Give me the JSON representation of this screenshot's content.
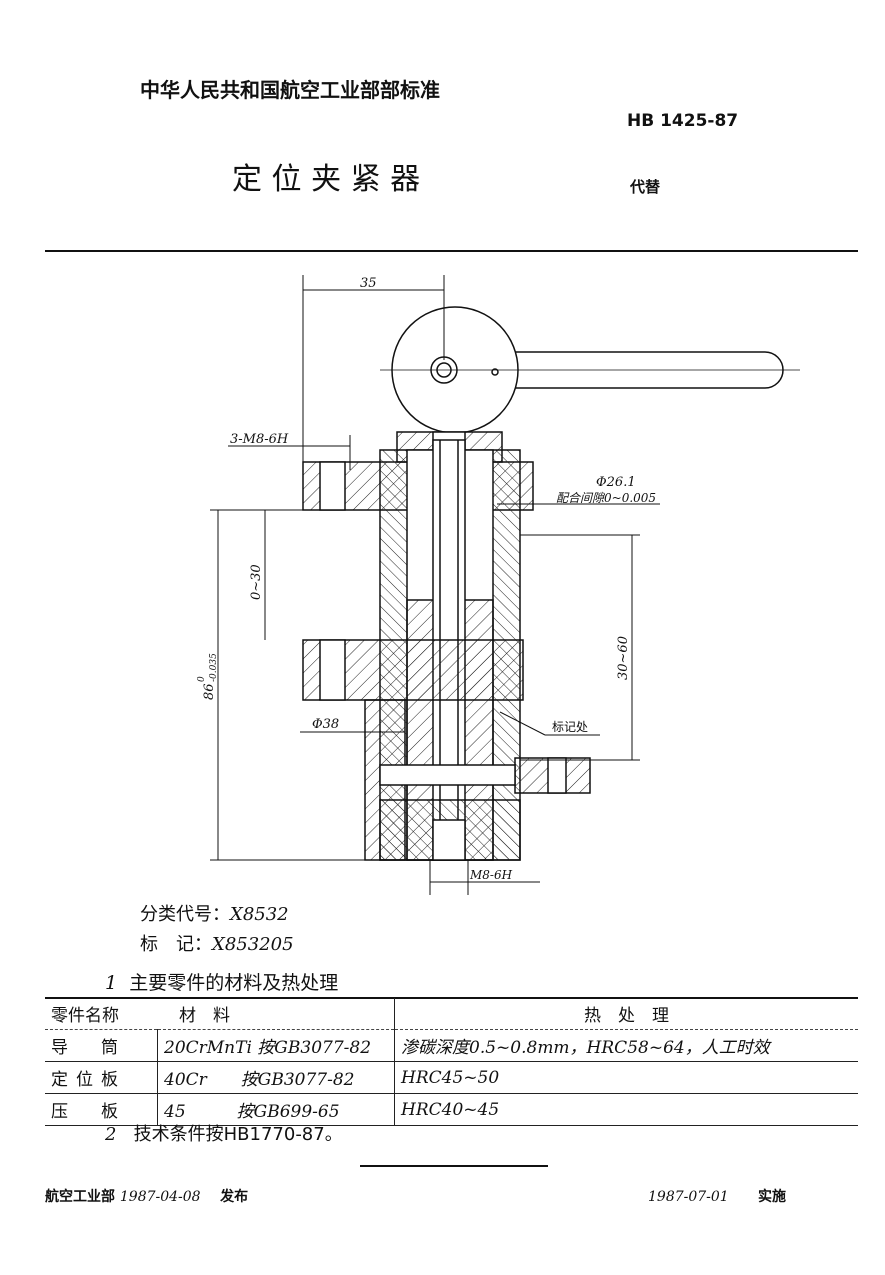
{
  "header": {
    "authority": "中华人民共和国航空工业部部标准",
    "standard_no": "HB 1425-87",
    "title": "定 位 夹 紧 器",
    "replaces": "代替"
  },
  "drawing": {
    "labels": {
      "dim_35": "35",
      "thread_top": "3-M8-6H",
      "dia_26": "Φ26.1",
      "fit_clearance": "配合间隙0~0.005",
      "range_0_30": "0~30",
      "dim_86": "86",
      "dim_86_tol_upper": "0",
      "dim_86_tol_lower": "-0.035",
      "range_30_60": "30~60",
      "dia_38": "Φ38",
      "marking_location": "标记处",
      "thread_bottom": "M8-6H"
    }
  },
  "classification": {
    "code_label": "分类代号：",
    "code_value": "X8532",
    "mark_label": "标　记：",
    "mark_value": "X853205"
  },
  "section1": {
    "number": "1",
    "title": "主要零件的材料及热处理"
  },
  "table": {
    "headers": [
      "零件名称",
      "材　料",
      "热　处　理"
    ],
    "rows": [
      {
        "part": "导　筒",
        "material": "20CrMnTi 按GB3077-82",
        "treatment": "渗碳深度0.5~0.8mm，HRC58~64，人工时效"
      },
      {
        "part": "定位板",
        "material": "40Cr　　按GB3077-82",
        "treatment": "HRC45~50"
      },
      {
        "part": "压　板",
        "material": "45　　　按GB699-65",
        "treatment": "HRC40~45"
      }
    ]
  },
  "section2": {
    "number": "2",
    "text": "技术条件按HB1770-87。"
  },
  "footer": {
    "issuer": "航空工业部",
    "issue_date": "1987-04-08",
    "issue_word": "发布",
    "effective_date": "1987-07-01",
    "effective_word": "实施"
  }
}
